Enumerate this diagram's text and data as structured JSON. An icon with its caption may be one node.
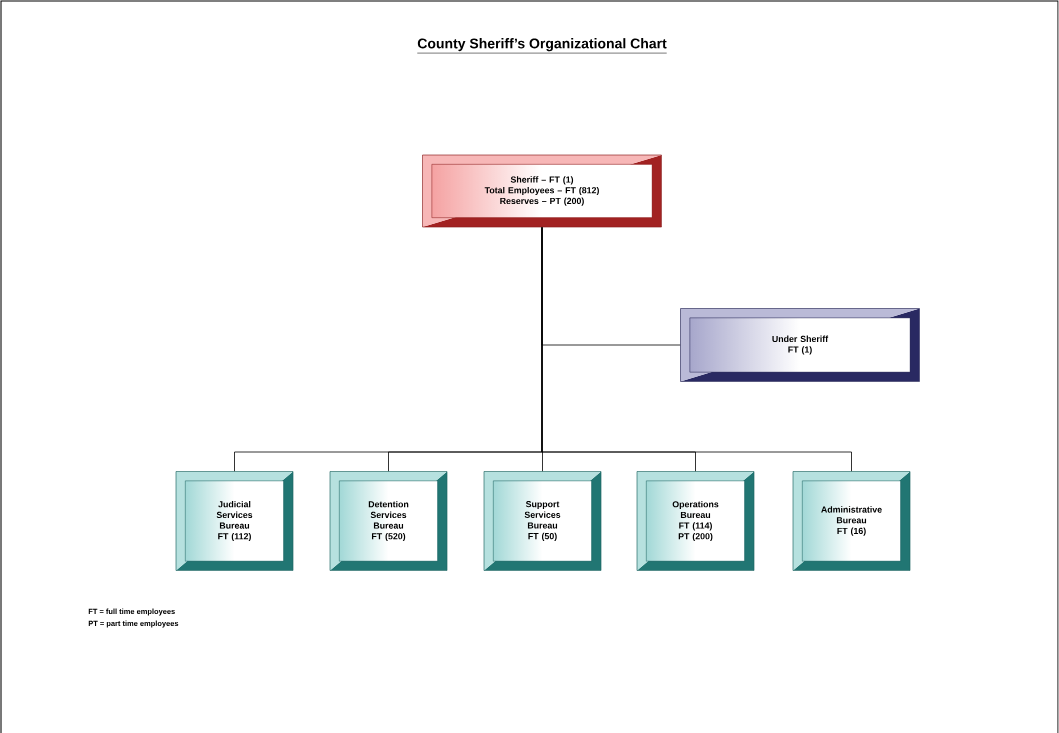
{
  "diagram": {
    "title": "County Sheriff’s Organizational Chart",
    "nodes": [
      {
        "text": [
          "Sheriff – FT (1)",
          "Total Employees – FT (812)",
          "Reserves –  PT (200)"
        ]
      },
      {
        "text": [
          "Under Sheriff",
          "FT (1)"
        ]
      },
      {
        "text": [
          "Judicial Services Bureau",
          "FT (112)"
        ]
      },
      {
        "text": [
          "Detention Services Bureau",
          "FT (520)"
        ]
      },
      {
        "text": [
          "Support Services Bureau",
          "FT (50)"
        ]
      },
      {
        "text": [
          "Operations Bureau",
          "FT (114)",
          "PT (200)"
        ]
      },
      {
        "text": [
          "Administrative Bureau",
          "FT (16)"
        ]
      }
    ],
    "edges": [
      {
        "from": 0,
        "to": 1,
        "arrow": "none"
      },
      {
        "from": 0,
        "to": 2,
        "arrow": "none"
      },
      {
        "from": 0,
        "to": 3,
        "arrow": "none"
      },
      {
        "from": 0,
        "to": 4,
        "arrow": "none"
      },
      {
        "from": 0,
        "to": 5,
        "arrow": "none"
      },
      {
        "from": 0,
        "to": 6,
        "arrow": "none"
      }
    ],
    "labels": [
      "FT = full time employees",
      "PT = part time employees"
    ]
  }
}
